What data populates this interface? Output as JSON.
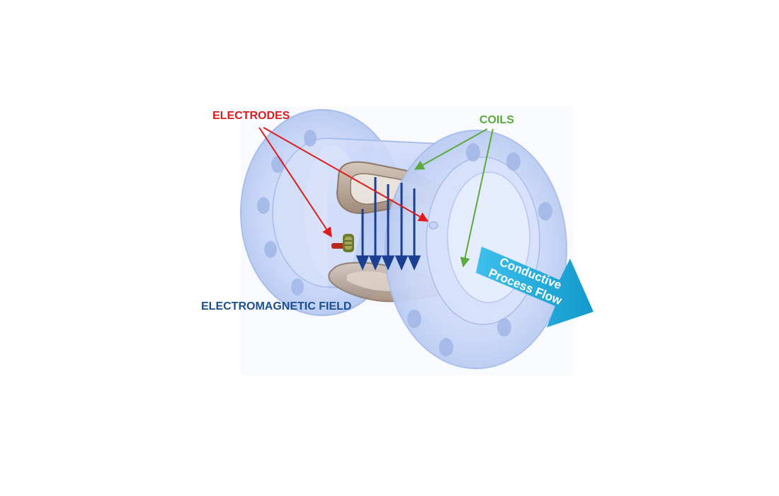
{
  "labels": {
    "electrodes": "ELECTRODES",
    "coils": "COILS",
    "field": "ELECTROMAGNETIC FIELD",
    "flow_line1": "Conductive",
    "flow_line2": "Process Flow"
  },
  "colors": {
    "electrodes": "#e01b1b",
    "coils": "#5aaa3c",
    "field": "#1d4f8f",
    "field_arrows": "#1a3f92",
    "flow_arrow": "#1aa7d6",
    "flange": "#c7d6f6",
    "coil_metal": "#b9a594",
    "electrode_tip": "#b52a1a",
    "electrode_body": "#6e7a2c"
  }
}
